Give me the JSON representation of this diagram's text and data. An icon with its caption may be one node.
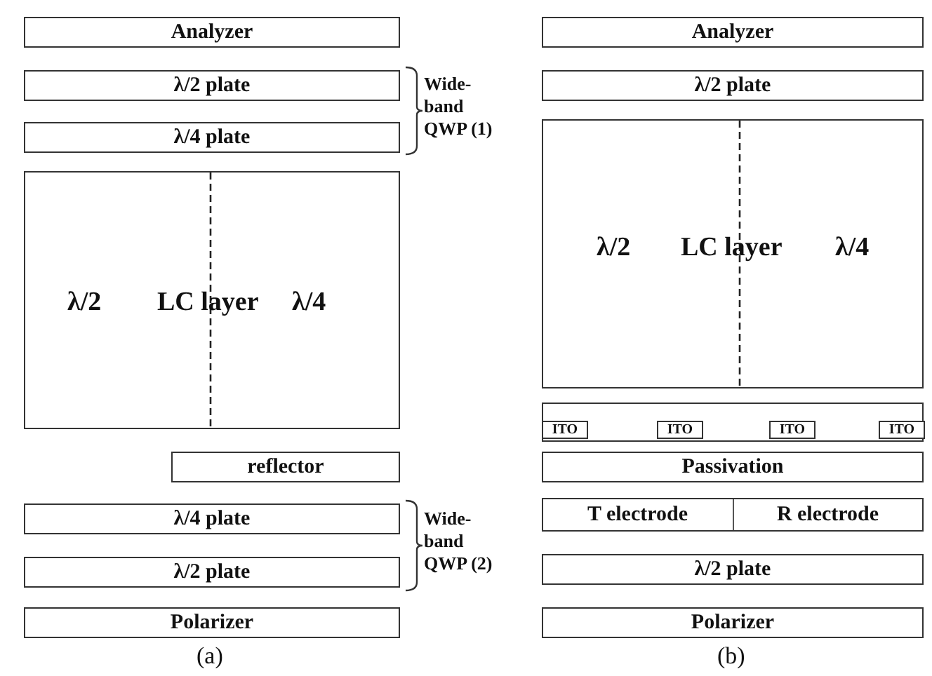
{
  "diagram": {
    "nodes": [
      {
        "text": [
          "Analyzer"
        ]
      },
      {
        "text": [
          "λ/2 plate"
        ]
      },
      {
        "text": [
          "λ/4 plate"
        ]
      },
      {
        "text": [
          "λ/2",
          "LC layer",
          "λ/4"
        ]
      },
      {
        "text": [
          "reflector"
        ]
      },
      {
        "text": [
          "λ/4 plate"
        ]
      },
      {
        "text": [
          "λ/2 plate"
        ]
      },
      {
        "text": [
          "Polarizer"
        ]
      },
      {
        "text": [
          "Analyzer"
        ]
      },
      {
        "text": [
          "λ/2 plate"
        ]
      },
      {
        "text": [
          "λ/2",
          "LC layer",
          "λ/4"
        ]
      },
      {
        "text": [],
        "shape": "box"
      },
      {
        "text": [
          "ITO"
        ],
        "in": 11
      },
      {
        "text": [
          "ITO"
        ],
        "in": 11
      },
      {
        "text": [
          "ITO"
        ],
        "in": 11
      },
      {
        "text": [
          "ITO"
        ],
        "in": 11
      },
      {
        "text": [
          "Passivation"
        ]
      },
      {
        "text": [
          "T electrode",
          "R electrode"
        ]
      },
      {
        "text": [
          "λ/2 plate"
        ]
      },
      {
        "text": [
          "Polarizer"
        ]
      }
    ],
    "labels": [
      "Wide-band QWP (1)",
      "Wide-band QWP (2)",
      "(a)",
      "(b)"
    ]
  }
}
